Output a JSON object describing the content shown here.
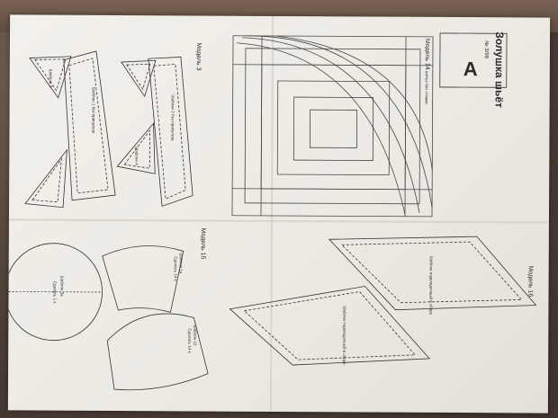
{
  "sheet": {
    "letter": "A",
    "magazine_title": "Золушка шьёт",
    "issue": "№ 3/98"
  },
  "models": {
    "model3": "Модель 3",
    "model14": "Модель 14",
    "model14_note": "шитье без стежки",
    "model15": "Модель 15",
    "model16": "Модель 16"
  },
  "piece_labels": {
    "m3_strip1": "Шаблон 1 без припусков",
    "m3_strip2": "Шаблон 2 без припусков",
    "m3_tri_a": "Шаблон 3",
    "m3_tri_b": "Шаблон 4",
    "m15_circle": "Шаблон 3а",
    "m15_circle_sub": "Сделать 1 к",
    "m15_fan1": "Шаблон 1а",
    "m15_fan1_sub": "Сделать 14 к",
    "m15_fan2": "Шаблон 1б",
    "m15_fan2_sub": "Сделать 14 к",
    "m16_diamond1": "Шаблон подкладочный в сборе",
    "m16_diamond2": "Шаблон подкладочный в сборе"
  }
}
